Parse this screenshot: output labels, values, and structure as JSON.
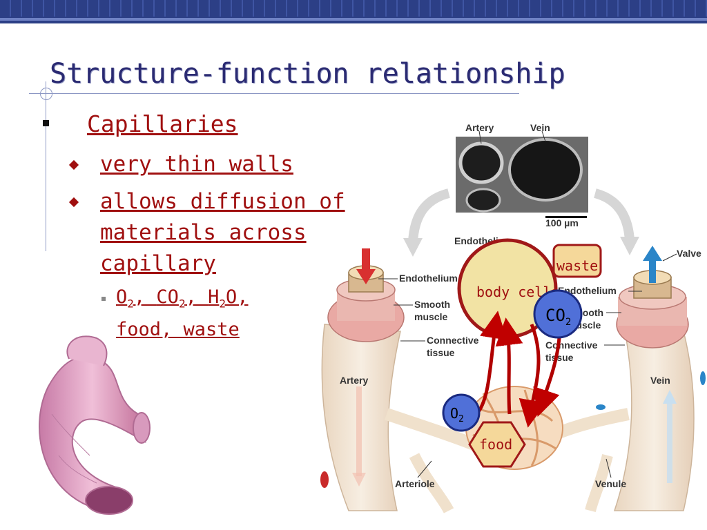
{
  "slide": {
    "title": "Structure-function relationship",
    "heading": "Capillaries",
    "bullets": [
      "very thin walls",
      "allows diffusion of",
      "materials across",
      "capillary"
    ],
    "sub_bullet": {
      "o2": "O",
      "o2_sub": "2",
      "sep1": ", ",
      "co2": "CO",
      "co2_sub": "2",
      "sep2": ", ",
      "h2o_h": "H",
      "h2o_sub": "2",
      "h2o_o": "O,",
      "line2": "food, waste"
    }
  },
  "diagram": {
    "labels": {
      "artery_top": "Artery",
      "vein_top": "Vein",
      "scale": "100 µm",
      "endothelium_top": "Endothelium",
      "endothelium_left": "Endothelium",
      "smooth_muscle_left_1": "Smooth",
      "smooth_muscle_left_2": "muscle",
      "connective_left_1": "Connective",
      "connective_left_2": "tissue",
      "endothelium_right": "Endothelium",
      "smooth_muscle_right_1": "Smooth",
      "smooth_muscle_right_2": "muscle",
      "connective_right_1": "Connective",
      "connective_right_2": "tissue",
      "valve": "Valve",
      "artery_bottom": "Artery",
      "vein_bottom": "Vein",
      "arteriole": "Arteriole",
      "venule": "Venule"
    },
    "callouts": {
      "body_cell": "body cell",
      "waste": "waste",
      "co2": "CO",
      "co2_sub": "2",
      "o2": "O",
      "o2_sub": "2",
      "food": "food"
    },
    "colors": {
      "body_cell": "#f2e3a4",
      "callout_box": "#f5d89a",
      "molecule": "#5070d8",
      "arrow": "#c00000",
      "vessel": "#f3e4d2"
    }
  }
}
